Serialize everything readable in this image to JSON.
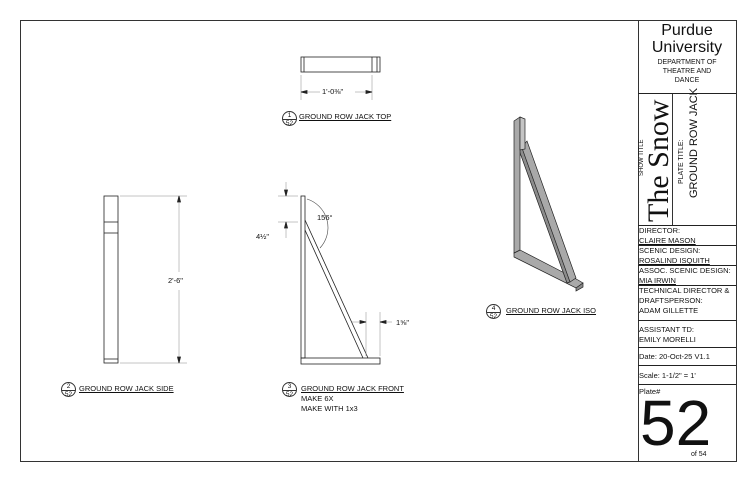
{
  "views": [
    {
      "num": "1",
      "sheet": "52",
      "title": "GROUND ROW JACK TOP",
      "notes": []
    },
    {
      "num": "2",
      "sheet": "52",
      "title": "GROUND ROW JACK SIDE",
      "notes": []
    },
    {
      "num": "3",
      "sheet": "52",
      "title": "GROUND ROW JACK FRONT",
      "notes": [
        "MAKE 6X",
        "MAKE WITH 1x3"
      ]
    },
    {
      "num": "4",
      "sheet": "52",
      "title": "GROUND ROW JACK ISO",
      "notes": []
    }
  ],
  "dimensions": {
    "top_width": "1'-0⅜\"",
    "side_height": "2'-6\"",
    "front_offset": "4½\"",
    "front_angle": "156°",
    "front_brace_width": "1⅝\""
  },
  "title_block": {
    "university": "Purdue University",
    "department": "DEPARTMENT OF THEATRE AND DANCE",
    "show_title_label": "SHOW TITLE",
    "show_title": "The Snow",
    "plate_title_label": "PLATE TITLE:",
    "plate_title": "GROUND ROW JACK",
    "director_label": "DIRECTOR:",
    "director": "CLAIRE MASON",
    "scenic_label": "SCENIC DESIGN:",
    "scenic": "ROSALIND ISQUITH",
    "assoc_label": "ASSOC. SCENIC DESIGN:",
    "assoc": "MIA IRWIN",
    "td_label": "TECHNICAL DIRECTOR & DRAFTSPERSON:",
    "td": "ADAM GILLETTE",
    "atd_label": "ASSISTANT TD:",
    "atd": "EMILY MORELLI",
    "date": "Date:  20-Oct-25 V1.1",
    "scale": "Scale:  1-1/2\" = 1'",
    "plate_label": "Plate#",
    "plate_number": "52",
    "plate_total": "of  54"
  }
}
